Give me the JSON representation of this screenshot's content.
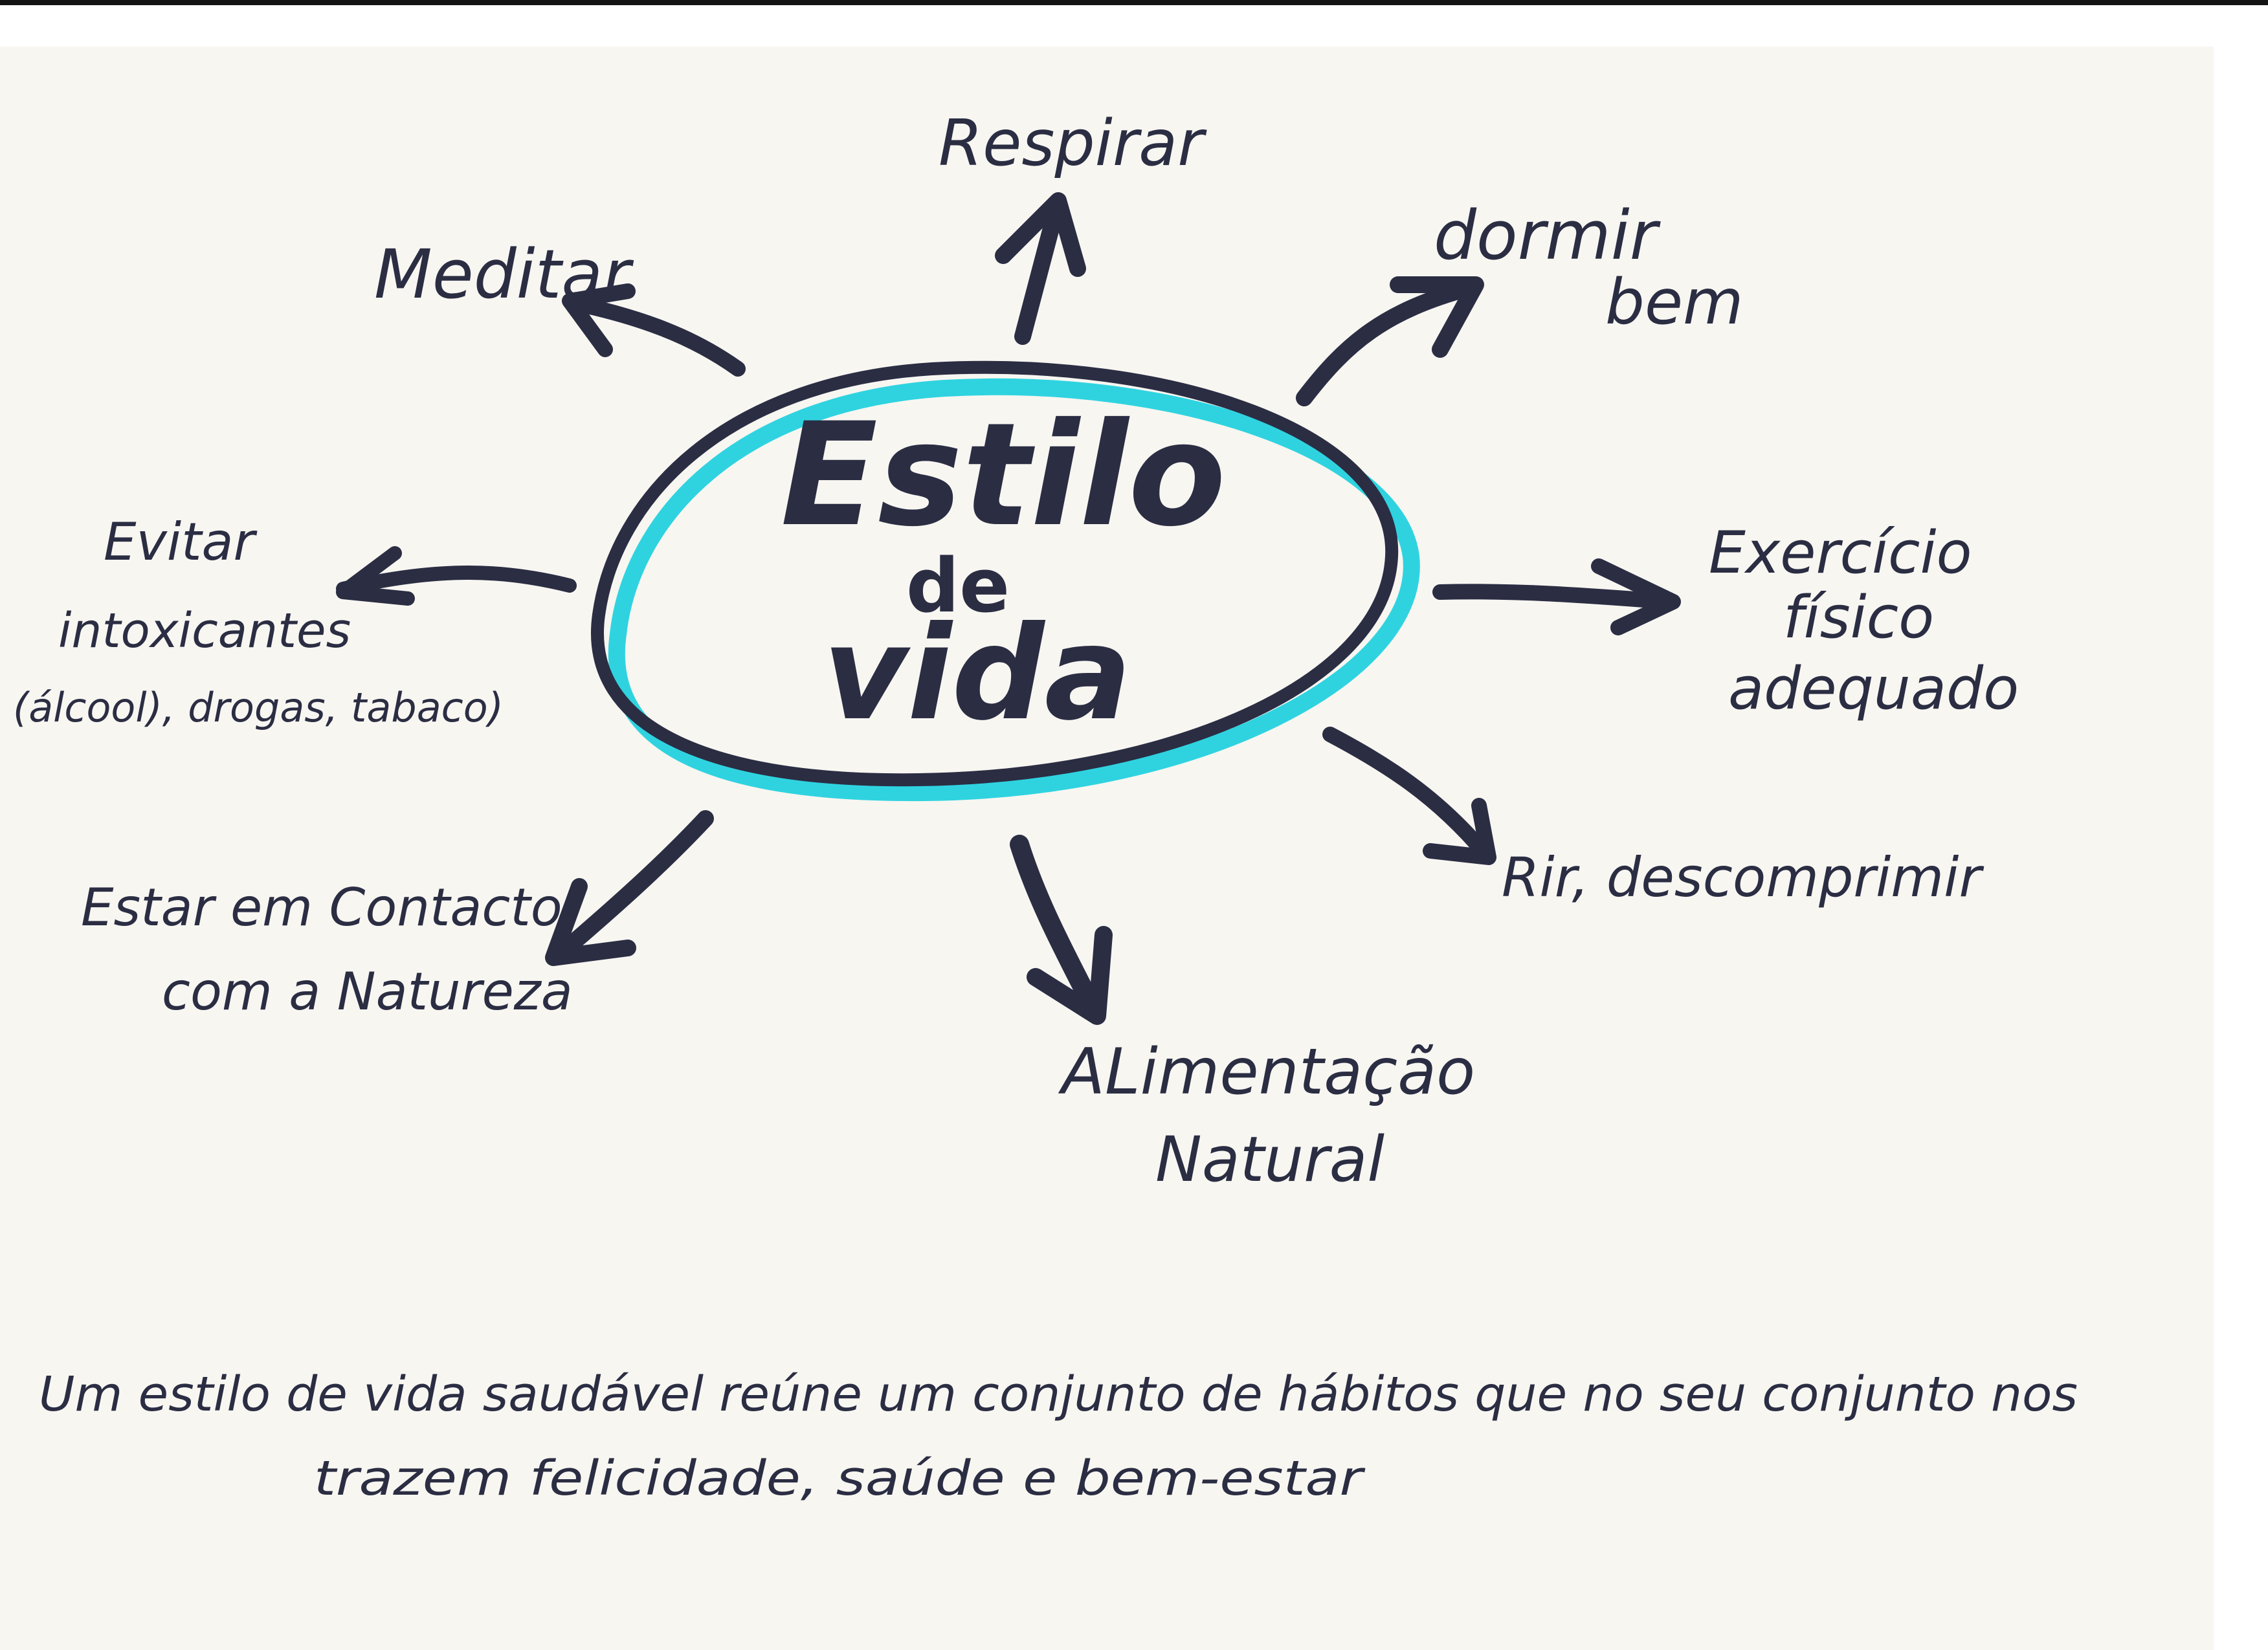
{
  "center": {
    "line1": "Estilo",
    "line2": "de",
    "line3": "vida"
  },
  "branches": {
    "respirar": {
      "line1": "Respirar"
    },
    "dormir": {
      "line1": "dormir",
      "line2": "bem"
    },
    "meditar": {
      "line1": "Meditar"
    },
    "exercicio": {
      "line1": "Exercício",
      "line2": "físico",
      "line3": "adequado"
    },
    "evitar": {
      "line1": "Evitar",
      "line2": "intoxicantes",
      "line3": "(álcool), drogas, tabaco)"
    },
    "rir": {
      "line1": "Rir, descomprimir"
    },
    "natureza": {
      "line1": "Estar em Contacto",
      "line2": "com a Natureza"
    },
    "alimentacao": {
      "line1": "ALimentação",
      "line2": "Natural"
    }
  },
  "summary": {
    "line1": "Um estilo de vida saudável reúne um conjunto de hábitos que no seu conjunto nos",
    "line2": "trazem felicidade, saúde e bem-estar"
  },
  "colors": {
    "paper": "#f7f6f1",
    "ink": "#2b2d43",
    "highlight": "#2fd3e0",
    "scan_edge": "#141414"
  }
}
